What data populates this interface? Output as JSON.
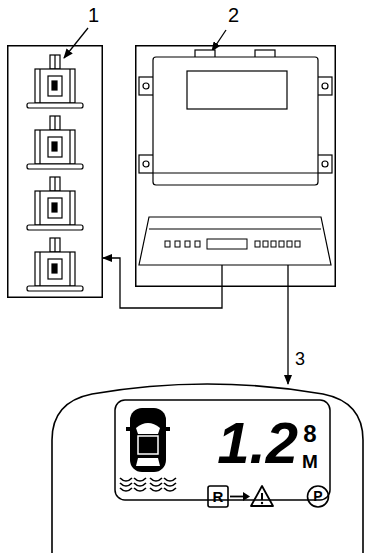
{
  "diagram": {
    "nodes": [
      {
        "text": [
          "1"
        ]
      },
      {
        "text": [
          "2"
        ]
      },
      {
        "text": [
          "1.2",
          "8",
          "M",
          "R",
          "P"
        ]
      }
    ],
    "edges": [
      {
        "from": 1,
        "to": 0,
        "arrow": "to"
      },
      {
        "from": 1,
        "to": 2,
        "label": "3",
        "arrow": "to"
      }
    ]
  }
}
